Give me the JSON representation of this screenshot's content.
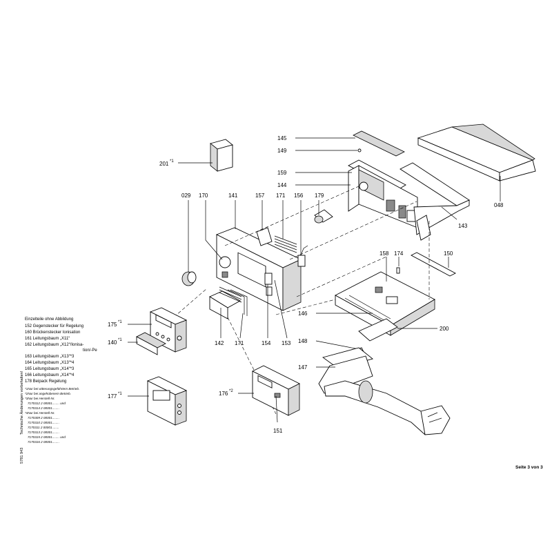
{
  "callouts": {
    "p201": "201",
    "p201_sup": "*1",
    "p145": "145",
    "p149": "149",
    "p159": "159",
    "p144": "144",
    "p179": "179",
    "p048": "048",
    "p143": "143",
    "p029": "029",
    "p170": "170",
    "p141": "141",
    "p157": "157",
    "p171a": "171",
    "p156": "156",
    "p158": "158",
    "p174": "174",
    "p150": "150",
    "p146": "146",
    "p200": "200",
    "p148": "148",
    "p147": "147",
    "p142": "142",
    "p171b": "171",
    "p154": "154",
    "p153": "153",
    "p175": "175",
    "p175_sup": "*1",
    "p140": "140",
    "p140_sup": "*1",
    "p177": "177",
    "p177_sup": "*1",
    "p176": "176",
    "p176_sup": "*2",
    "p151": "151"
  },
  "parts_list": {
    "heading": "Einzelteile ohne Abbildung",
    "items": [
      "152 Gegenstecker für Regelung",
      "160 Brückenstecker Ionisation",
      "161 Leitungsbaum „X11“",
      "162 Leitungsbaum „X12“/Ionisa-",
      "tion/-Pe",
      "163 Leitungsbaum „X13“*3",
      "164 Leitungsbaum „X13“*4",
      "165 Leitungsbaum „X14“*3",
      "166 Leitungsbaum „X14“*4",
      "178 Beipack Regelung"
    ]
  },
  "footnotes": [
    "*1Nur bei witterungsgeführtem Betrieb.",
    "*2Nur bei angehobenem Betrieb.",
    "*3Nur bei Herstell-Nr.",
    "7170312 2 00001........ und",
    "7170314 2 00001........",
    "*4Nur bei Herstell-Nr.",
    "7170309 2 00001........",
    "7170310 2 00001........",
    "7170311 2 00001........",
    "7170313 2 00001........",
    "7170315 2 00001........ und",
    "7170316 2 00001........"
  ],
  "side_text": "Technische Änderungen vorbehalten!",
  "doc_number": "5781 943",
  "page_label": "Seite 3 von 3"
}
